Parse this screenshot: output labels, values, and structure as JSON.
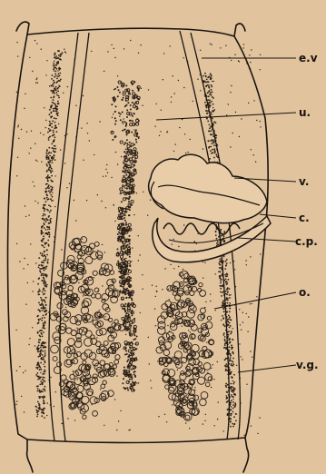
{
  "colors": {
    "background": "#e1c39d",
    "ink": "#1a1410",
    "stipple": "#2a2018"
  },
  "labels": {
    "ev": "e.v",
    "u": "u.",
    "v": "v.",
    "c": "c.",
    "cp": "c.p.",
    "o": "o.",
    "vg": "v.g."
  }
}
